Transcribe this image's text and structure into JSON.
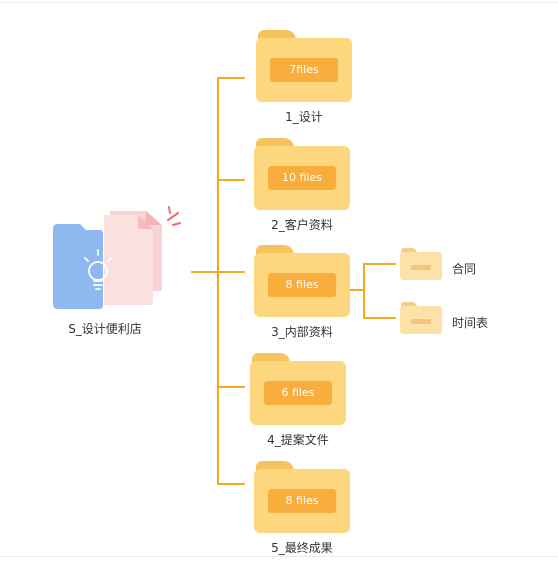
{
  "root": {
    "label": "S_设计便利店",
    "icon": "lightbulb-folder-icon"
  },
  "folders": [
    {
      "badge": "7files",
      "label": "1_设计"
    },
    {
      "badge": "10 files",
      "label": "2_客户资料"
    },
    {
      "badge": "8 files",
      "label": "3_内部资料"
    },
    {
      "badge": "6 files",
      "label": "4_提案文件"
    },
    {
      "badge": "8 files",
      "label": "5_最终成果"
    }
  ],
  "subfolders": [
    {
      "label": "合同"
    },
    {
      "label": "时间表"
    }
  ],
  "colors": {
    "connector": "#f5a623",
    "folder_body": "#fdd77d",
    "folder_tab": "#f7c35e",
    "badge": "#f8ad3d",
    "root_folder": "#8fb8f1",
    "root_paper": "#f9d3d3"
  }
}
